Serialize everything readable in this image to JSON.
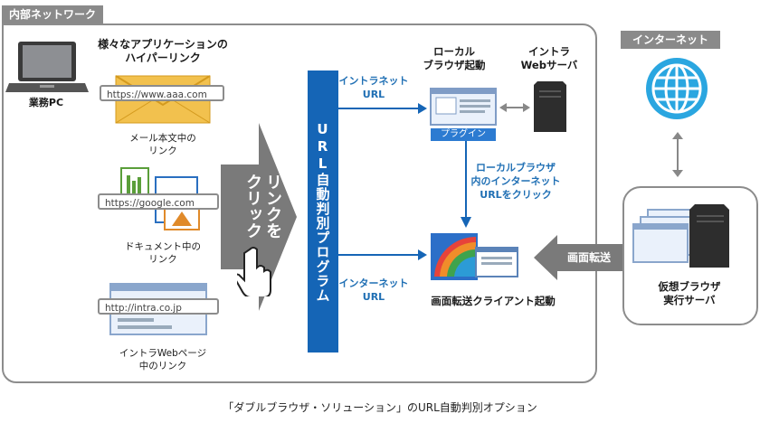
{
  "internal_network_label": "内部ネットワーク",
  "internet_label": "インターネット",
  "business_pc_label": "業務PC",
  "hyperlinks_title": "様々なアプリケーションの\nハイパーリンク",
  "mail": {
    "url": "https://www.aaa.com",
    "caption": "メール本文中の\nリンク"
  },
  "document": {
    "url": "https://google.com",
    "caption": "ドキュメント中の\nリンク"
  },
  "intranet_page": {
    "url": "http://intra.co.jp",
    "caption": "イントラWebページ\n中のリンク"
  },
  "click_label": "リンクを\nクリック",
  "program_label": "URL自動判別プログラム",
  "intranet_url_label": "イントラネット\nURL",
  "internet_url_label": "インターネット\nURL",
  "local_browser_label": "ローカル\nブラウザ起動",
  "plugin_label": "プラグイン",
  "intra_web_server_label": "イントラ\nWebサーバ",
  "local_click_note": "ローカルブラウザ\n内のインターネット\nURLをクリック",
  "screen_transfer_client_label": "画面転送クライアント起動",
  "screen_transfer_arrow_label": "画面転送",
  "virtual_browser_server_label": "仮想ブラウザ\n実行サーバ",
  "caption": "「ダブルブラウザ・ソリューション」のURL自動判別オプション",
  "colors": {
    "accent_blue": "#1565b6",
    "frame_gray": "#8c8c8c",
    "arrow_gray": "#7a7a7a"
  }
}
